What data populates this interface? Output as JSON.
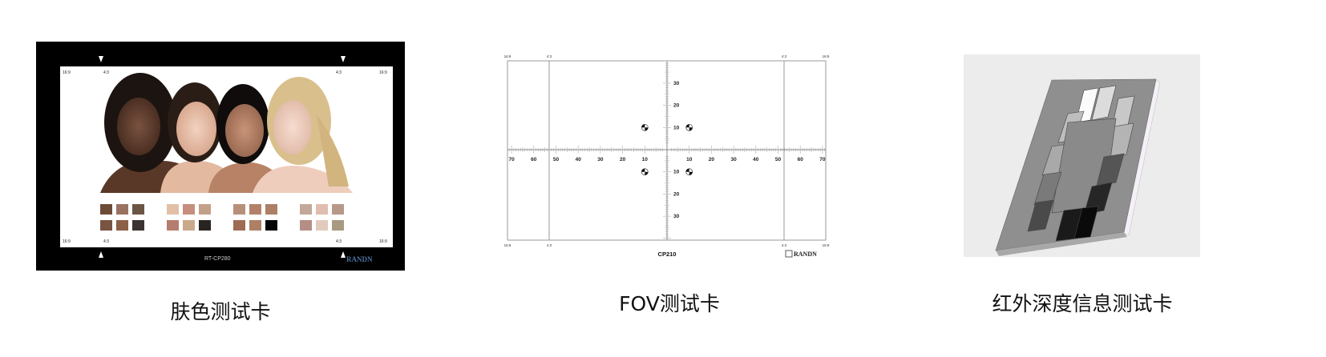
{
  "cards": [
    {
      "caption": "肤色测试卡",
      "model": "RT-CP280",
      "brand": "RANDN",
      "ratio_labels": [
        "16:9",
        "4:3"
      ],
      "swatch_groups": [
        [
          "#6e4b36",
          "#9a7262",
          "#6c5544",
          "#7a5442",
          "#8b6046",
          "#3b3331"
        ],
        [
          "#e2c0a8",
          "#c58e7e",
          "#c3a089",
          "#b57d6e",
          "#c9a98a",
          "#2a2421"
        ],
        [
          "#b8907a",
          "#b3816a",
          "#ab8066",
          "#9e6c55",
          "#ae8065",
          "#050505"
        ],
        [
          "#c2a898",
          "#e0bdb0",
          "#b89888",
          "#b58e86",
          "#e2cbbd",
          "#a89a80"
        ]
      ],
      "colors": {
        "frame": "#000000",
        "brand": "#4a6fa0"
      }
    },
    {
      "caption": "FOV测试卡",
      "model": "CP210",
      "brand": "RANDN",
      "ratio_labels": [
        "16:9",
        "4:3"
      ],
      "h_ticks": [
        70,
        60,
        50,
        40,
        30,
        20,
        10
      ],
      "v_ticks": [
        30,
        20,
        10
      ]
    },
    {
      "caption": "红外深度信息测试卡",
      "grays": [
        "#fbfbfb",
        "#dcdcdc",
        "#c8c8c8",
        "#bdbdbd",
        "#b4b4b4",
        "#a9a9a9",
        "#8a8a8a",
        "#7a7a7a",
        "#555555",
        "#4a4a4a",
        "#262626",
        "#0a0a0a",
        "#1a1a1a"
      ]
    }
  ]
}
